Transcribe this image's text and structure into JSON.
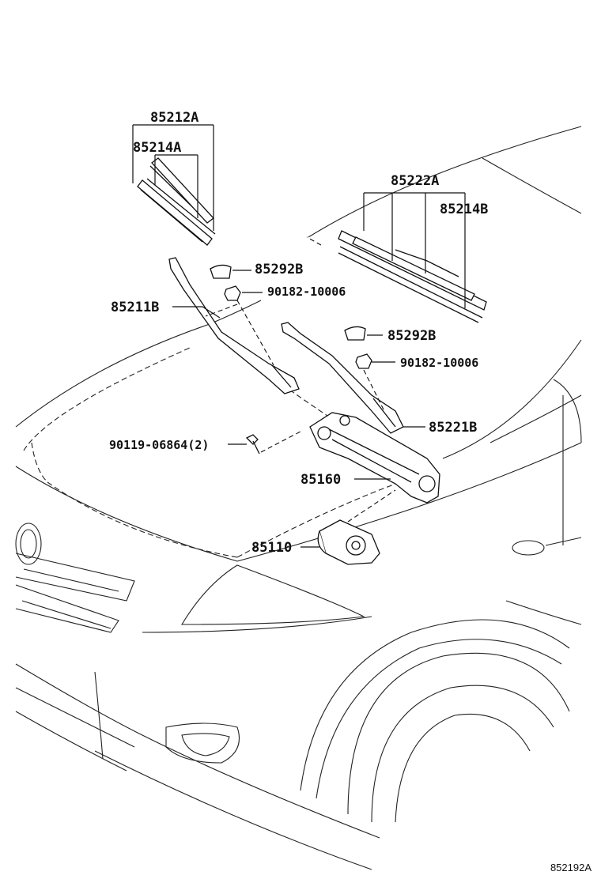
{
  "labels": {
    "blade_assy_lh": "85212A",
    "rubber_lh": "85214A",
    "blade_assy_rh": "85222A",
    "rubber_rh": "85214B",
    "cap_lh": "85292B",
    "nut_lh": "90182-10006",
    "arm_lh": "85211B",
    "cap_rh": "85292B",
    "nut_rh": "90182-10006",
    "arm_rh": "85221B",
    "bolt": "90119-06864(2)",
    "link": "85160",
    "motor": "85110"
  },
  "reference_code": "852192A"
}
